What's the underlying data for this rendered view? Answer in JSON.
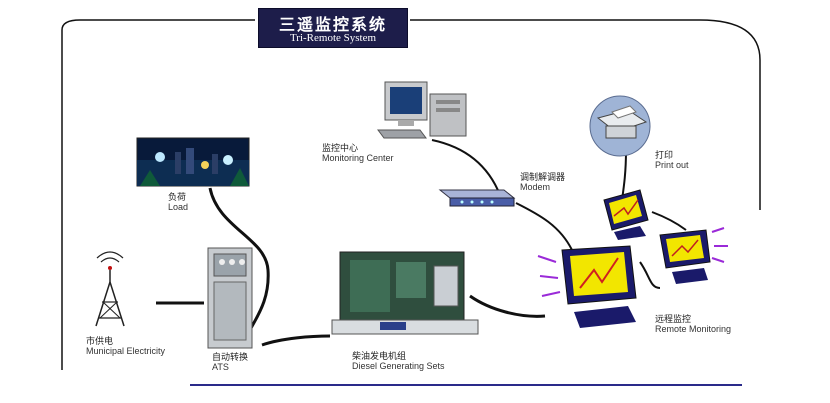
{
  "title": {
    "cn": "三遥监控系统",
    "en": "Tri-Remote System"
  },
  "nodes": {
    "load": {
      "cn": "负荷",
      "en": "Load"
    },
    "monitoring_center": {
      "cn": "监控中心",
      "en": "Monitoring Center"
    },
    "modem": {
      "cn": "调制解调器",
      "en": "Modem"
    },
    "print_out": {
      "cn": "打印",
      "en": "Print out"
    },
    "remote_monitoring": {
      "cn": "远程监控",
      "en": "Remote Monitoring"
    },
    "municipal": {
      "cn": "市供电",
      "en": "Municipal Electricity"
    },
    "ats": {
      "cn": "自动转换",
      "en": "ATS"
    },
    "diesel": {
      "cn": "柴油发电机组",
      "en": "Diesel Generating Sets"
    }
  },
  "colors": {
    "title_bg": "#1d1d4a",
    "line": "#111111",
    "accent": "#f2e600",
    "warning": "#9a2ad8"
  }
}
